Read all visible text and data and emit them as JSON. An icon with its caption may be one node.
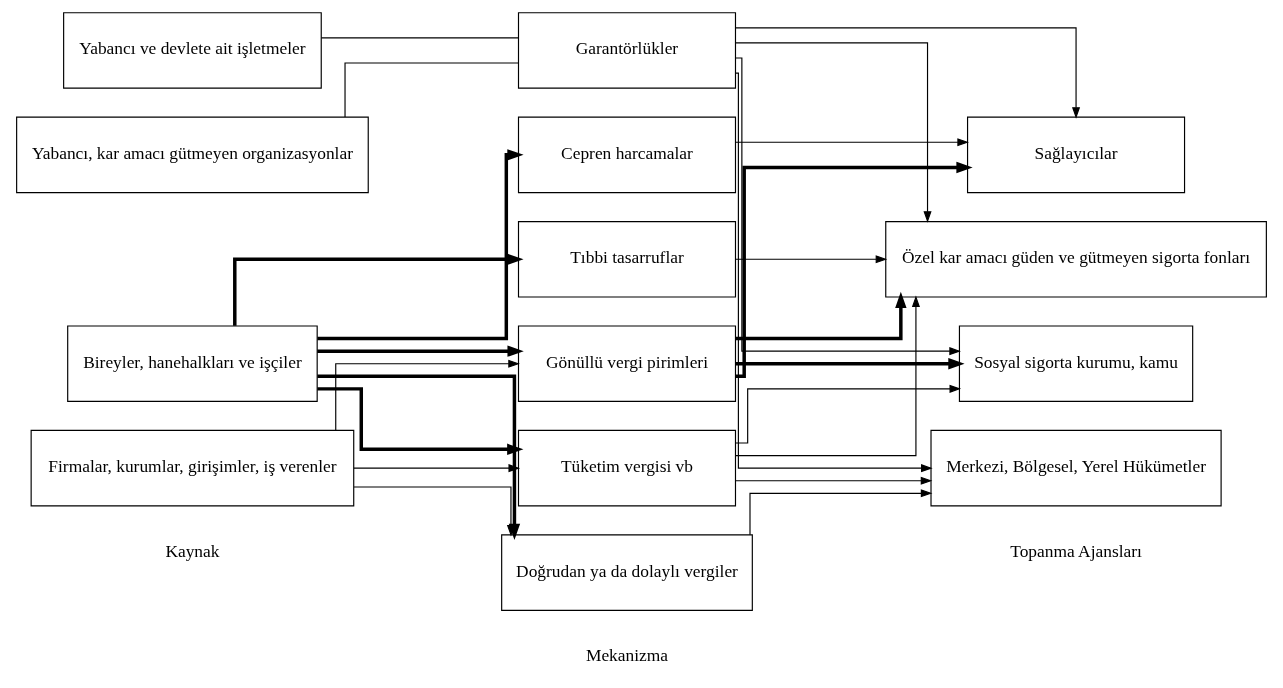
{
  "diagram": {
    "nodes": [
      {
        "text": [
          "Firmalar, kurumlar, girişimler, iş verenler"
        ]
      },
      {
        "text": [
          "Bireyler, hanehalkları ve işçiler"
        ]
      },
      {
        "text": [
          "Yabancı, kar amacı gütmeyen organizasyonlar"
        ]
      },
      {
        "text": [
          "Yabancı ve devlete ait işletmeler"
        ]
      },
      {
        "text": [
          "Doğrudan ya da dolaylı vergiler"
        ]
      },
      {
        "text": [
          "Tüketim vergisi vb"
        ]
      },
      {
        "text": [
          "Gönüllü vergi pirimleri"
        ]
      },
      {
        "text": [
          "Tıbbi tasarruflar"
        ]
      },
      {
        "text": [
          "Cepren harcamalar"
        ]
      },
      {
        "text": [
          "Garantörlükler"
        ]
      },
      {
        "text": [
          "Merkezi, Bölgesel, Yerel Hükümetler"
        ]
      },
      {
        "text": [
          "Sosyal sigorta kurumu, kamu"
        ]
      },
      {
        "text": [
          "Özel kar amacı güden ve gütmeyen sigorta fonları"
        ]
      },
      {
        "text": [
          "Sağlayıcılar"
        ]
      }
    ],
    "edges": [
      {
        "from": 0,
        "to": 4,
        "arrow": "to"
      },
      {
        "from": 0,
        "to": 5,
        "arrow": "to"
      },
      {
        "from": 0,
        "to": 6,
        "arrow": "to"
      },
      {
        "from": 1,
        "to": 4,
        "arrow": "to",
        "style": "thick"
      },
      {
        "from": 1,
        "to": 5,
        "arrow": "to",
        "style": "thick"
      },
      {
        "from": 1,
        "to": 6,
        "arrow": "to",
        "style": "thick"
      },
      {
        "from": 1,
        "to": 7,
        "arrow": "to",
        "style": "thick"
      },
      {
        "from": 1,
        "to": 8,
        "arrow": "to",
        "style": "thick"
      },
      {
        "from": 2,
        "to": 9,
        "arrow": "none"
      },
      {
        "from": 3,
        "to": 9,
        "arrow": "none"
      },
      {
        "from": 4,
        "to": 10,
        "arrow": "to"
      },
      {
        "from": 5,
        "to": 10,
        "arrow": "to"
      },
      {
        "from": 5,
        "to": 11,
        "arrow": "to"
      },
      {
        "from": 5,
        "to": 12,
        "arrow": "to"
      },
      {
        "from": 6,
        "to": 11,
        "arrow": "to",
        "style": "thick"
      },
      {
        "from": 6,
        "to": 12,
        "arrow": "to",
        "style": "thick"
      },
      {
        "from": 6,
        "to": 13,
        "arrow": "to",
        "style": "thick"
      },
      {
        "from": 7,
        "to": 12,
        "arrow": "to"
      },
      {
        "from": 8,
        "to": 13,
        "arrow": "to"
      },
      {
        "from": 9,
        "to": 10,
        "arrow": "to"
      },
      {
        "from": 9,
        "to": 11,
        "arrow": "to"
      },
      {
        "from": 9,
        "to": 12,
        "arrow": "to"
      },
      {
        "from": 9,
        "to": 13,
        "arrow": "to"
      }
    ],
    "labels": [
      "Mekanizma",
      "Kaynak",
      "Topanma Ajansları"
    ]
  }
}
